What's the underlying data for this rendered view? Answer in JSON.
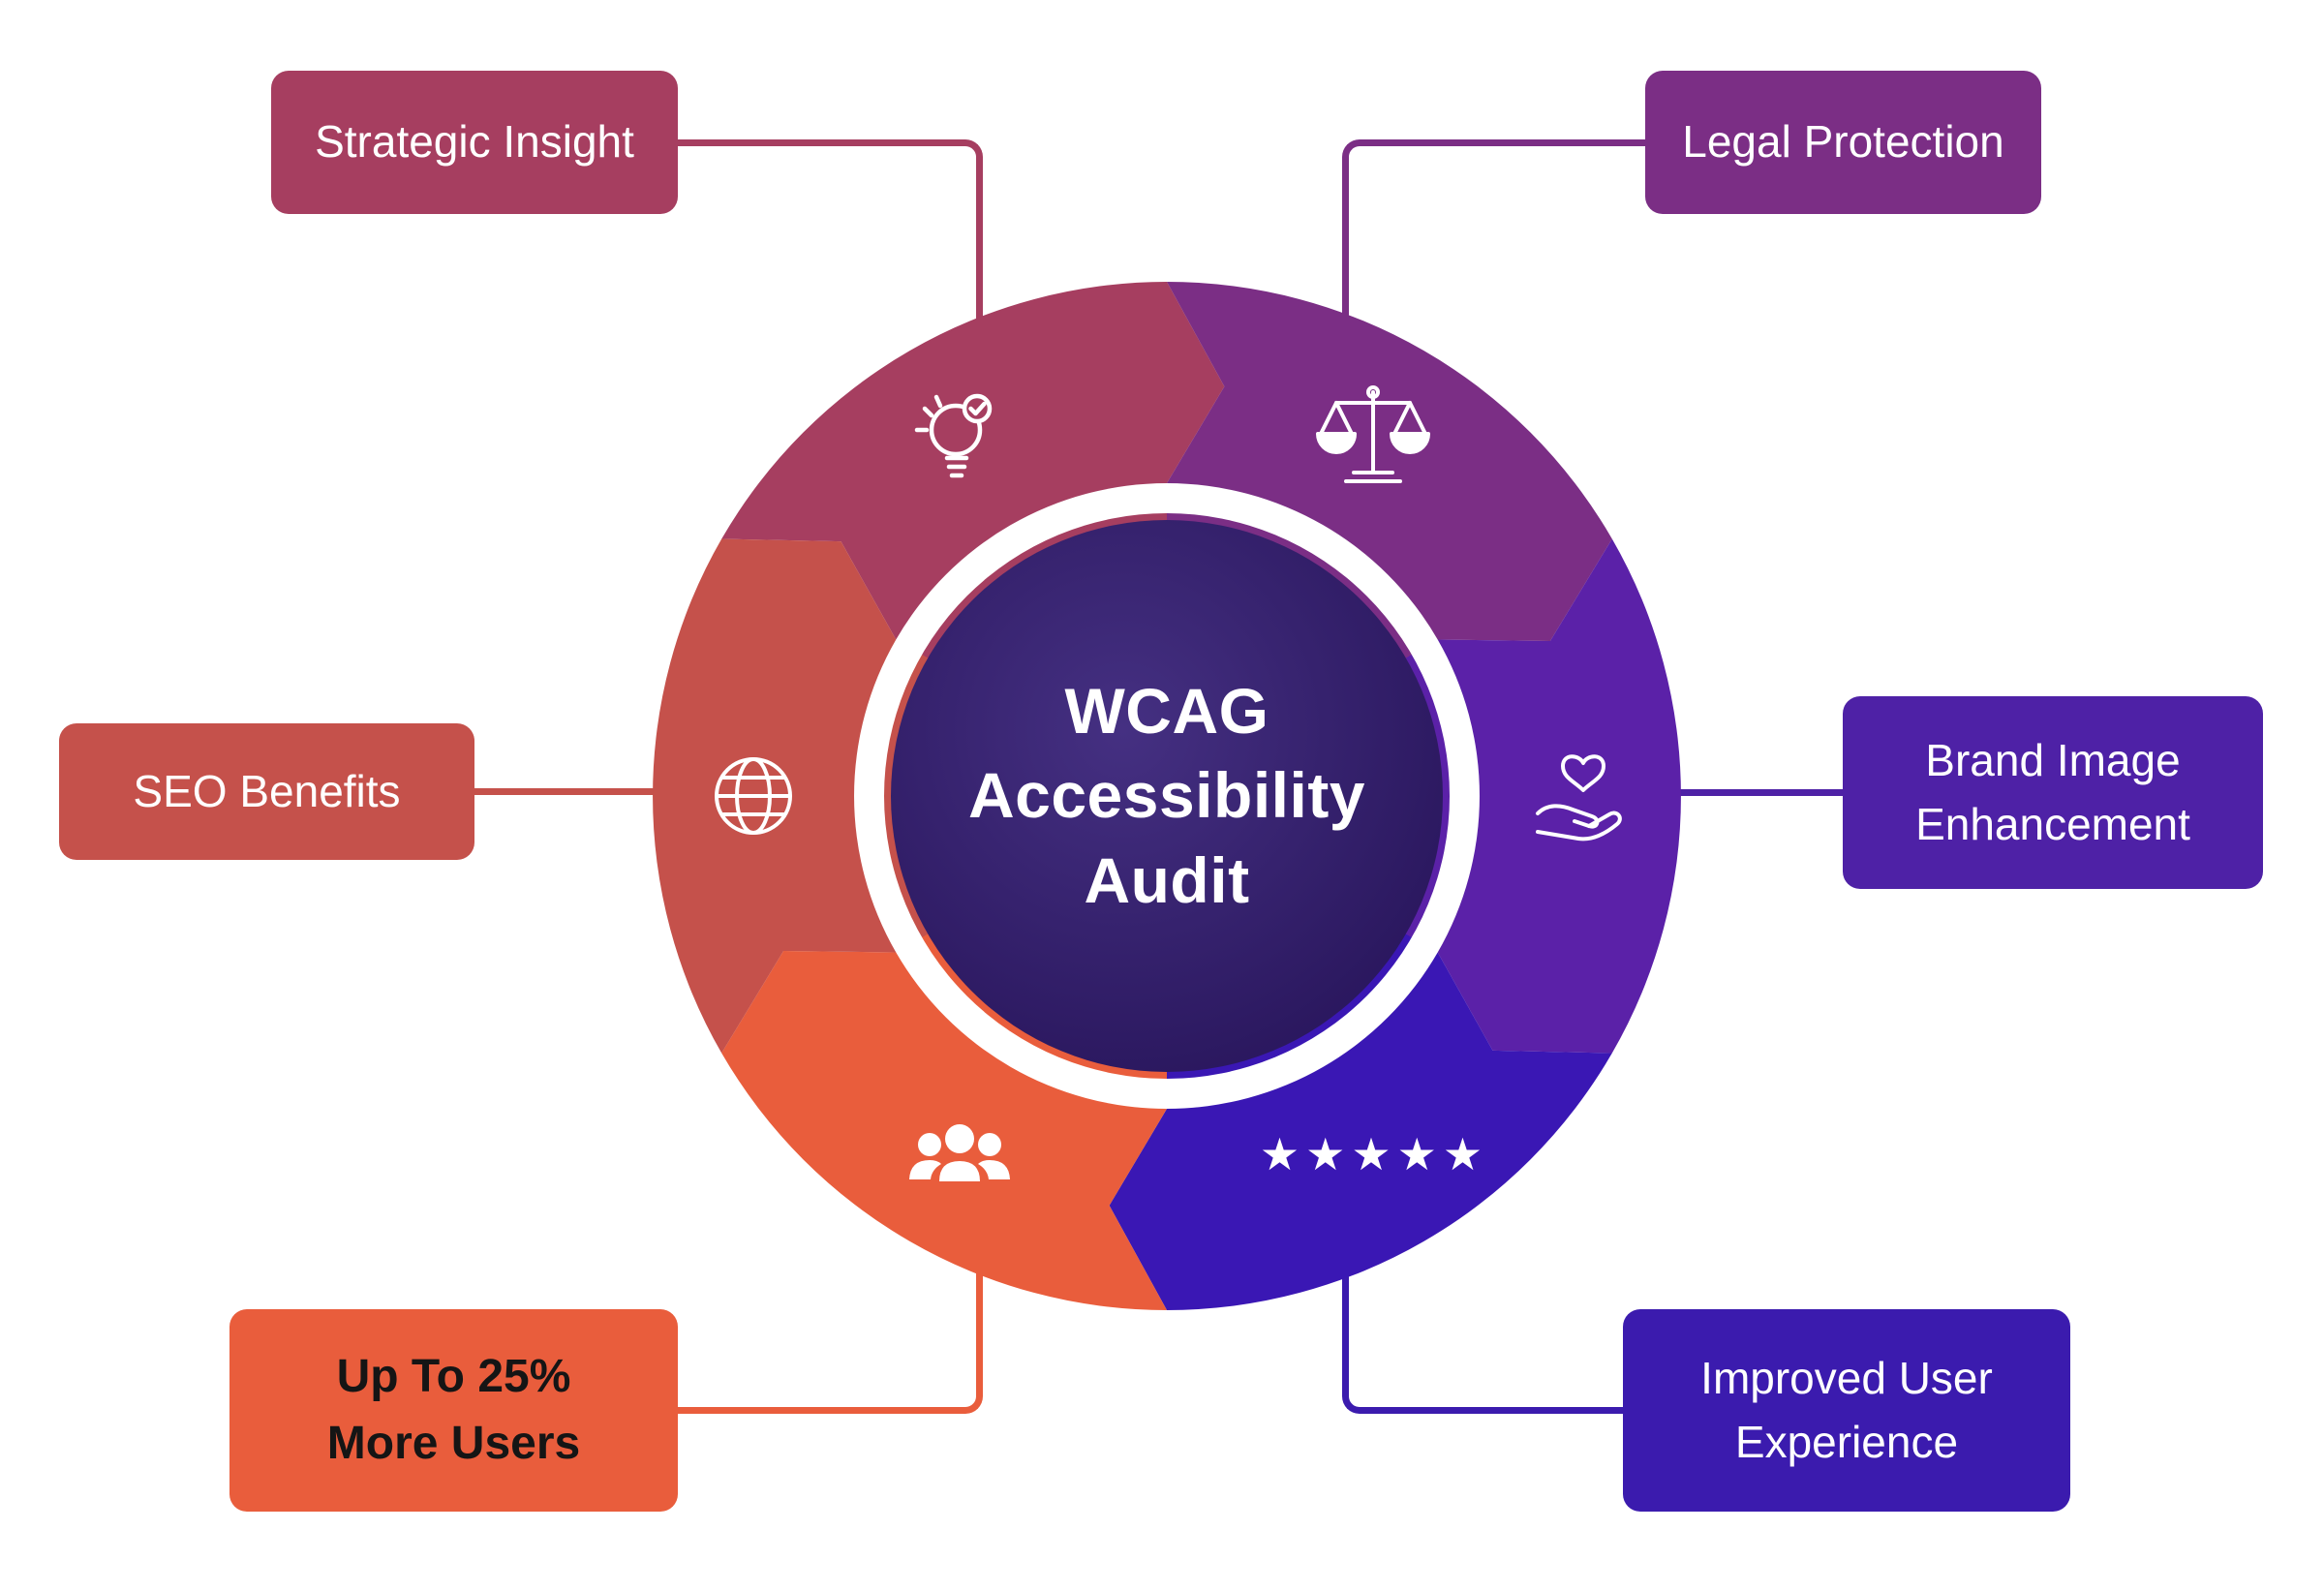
{
  "background_color": "#ffffff",
  "center": {
    "title": "WCAG\nAccessibility\nAudit",
    "gradient_inner": "#453082",
    "gradient_outer": "#2a175e"
  },
  "ring": {
    "segments": [
      {
        "name": "strategic-insight",
        "color": "#a63e60",
        "icon": "lightbulb-check-icon"
      },
      {
        "name": "legal-protection",
        "color": "#7b2e85",
        "icon": "scales-of-justice-icon"
      },
      {
        "name": "brand-image",
        "color": "#5b21a8",
        "icon": "heart-in-hand-icon"
      },
      {
        "name": "improved-ux",
        "color": "#3a17b4",
        "icon": "five-stars-icon",
        "stars": "★★★★★"
      },
      {
        "name": "more-users",
        "color": "#e95d3c",
        "icon": "people-group-icon"
      },
      {
        "name": "seo-benefits",
        "color": "#c5514b",
        "icon": "globe-icon"
      }
    ]
  },
  "callouts": {
    "strategic": {
      "label": "Strategic Insight",
      "color": "#a63e60",
      "text_color": "#ffffff"
    },
    "legal": {
      "label": "Legal Protection",
      "color": "#7b2e85",
      "text_color": "#ffffff"
    },
    "seo": {
      "label": "SEO Benefits",
      "color": "#c5514b",
      "text_color": "#ffffff"
    },
    "brand": {
      "label": "Brand Image\nEnhancement",
      "color": "#4e21a6",
      "text_color": "#ffffff"
    },
    "users": {
      "label": "Up To 25%\nMore Users",
      "color": "#e95d3c",
      "text_color": "#151515"
    },
    "improved": {
      "label": "Improved User\nExperience",
      "color": "#3b1bae",
      "text_color": "#ffffff"
    }
  }
}
